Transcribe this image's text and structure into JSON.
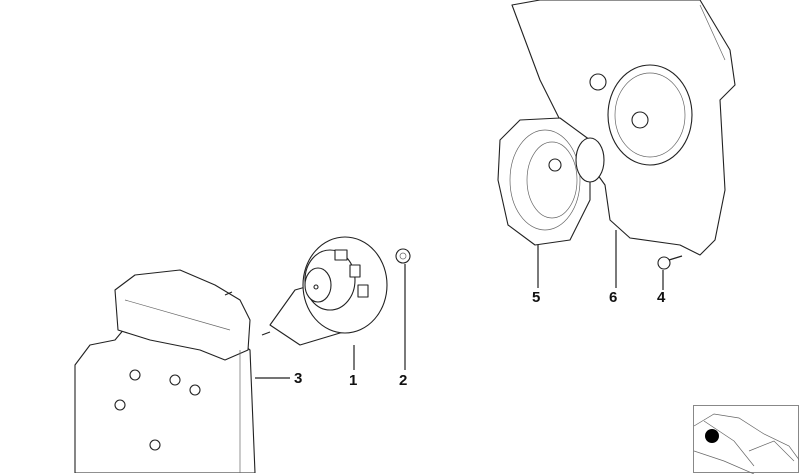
{
  "diagram": {
    "type": "exploded parts diagram",
    "subject": "loudspeaker assemblies",
    "callouts": [
      {
        "id": "1",
        "label": "1",
        "part": "loudspeaker (center)"
      },
      {
        "id": "2",
        "label": "2",
        "part": "nut"
      },
      {
        "id": "3",
        "label": "3",
        "part": "speaker enclosure (left)"
      },
      {
        "id": "4",
        "label": "4",
        "part": "screw"
      },
      {
        "id": "5",
        "label": "5",
        "part": "loudspeaker (right)"
      },
      {
        "id": "6",
        "label": "6",
        "part": "speaker enclosure (right)"
      }
    ],
    "inset": {
      "description": "vehicle location thumbnail",
      "marker_color": "#000000"
    }
  }
}
